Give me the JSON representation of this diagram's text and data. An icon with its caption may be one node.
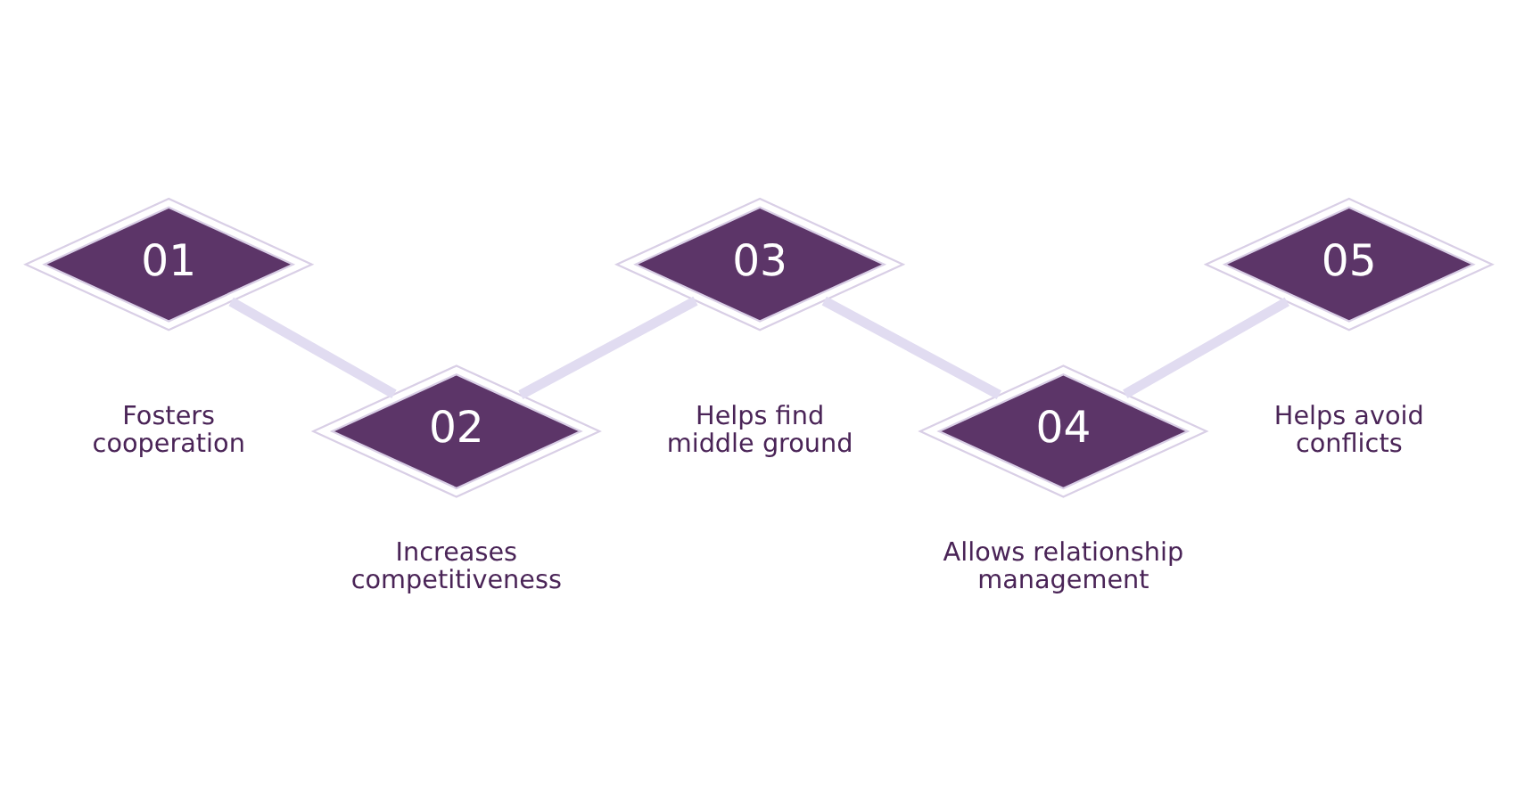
{
  "diagram": {
    "nodes": [
      {
        "text": [
          "01"
        ],
        "beside": [
          "Fosters cooperation"
        ]
      },
      {
        "text": [
          "02"
        ],
        "beside": [
          "Increases competitiveness"
        ]
      },
      {
        "text": [
          "03"
        ],
        "beside": [
          "Helps find middle ground"
        ]
      },
      {
        "text": [
          "04"
        ],
        "beside": [
          "Allows relationship management"
        ]
      },
      {
        "text": [
          "05"
        ],
        "beside": [
          "Helps avoid conflicts"
        ]
      }
    ],
    "edges": [
      {
        "from": 0,
        "to": 1,
        "arrow": "none"
      },
      {
        "from": 1,
        "to": 2,
        "arrow": "none"
      },
      {
        "from": 2,
        "to": 3,
        "arrow": "none"
      },
      {
        "from": 3,
        "to": 4,
        "arrow": "none"
      }
    ]
  }
}
